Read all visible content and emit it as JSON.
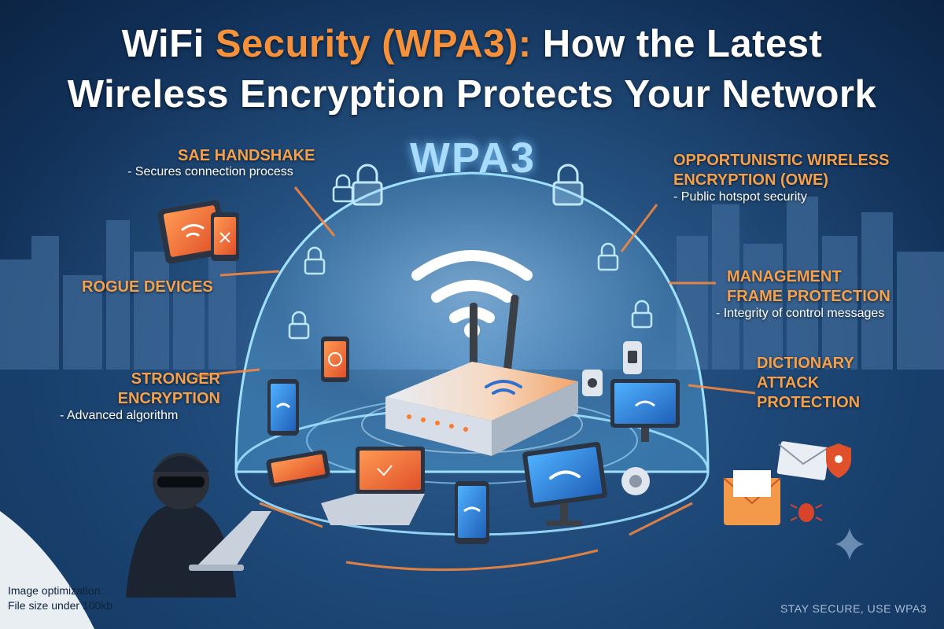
{
  "title": {
    "line1_prefix": "WiFi ",
    "line1_accent": "Security (WPA3):",
    "line1_suffix": " How the Latest",
    "line2": "Wireless Encryption Protects Your Network"
  },
  "shield_label": "WPA3",
  "features": {
    "sae_handshake": {
      "title": "SAE HANDSHAKE",
      "desc": "- Secures connection process"
    },
    "rogue_devices": {
      "title": "ROGUE DEVICES"
    },
    "stronger_encryption": {
      "title_line1": "STRONGER",
      "title_line2": "ENCRYPTION",
      "desc": "- Advanced algorithm"
    },
    "owe": {
      "title_line1": "OPPORTUNISTIC WIRELESS",
      "title_line2": "ENCRYPTION (OWE)",
      "desc": "- Public hotspot security"
    },
    "mfp": {
      "title_line1": "MANAGEMENT",
      "title_line2": "FRAME PROTECTION",
      "desc": "- Integrity of control messages"
    },
    "dictionary": {
      "title_line1": "DICTIONARY",
      "title_line2": "ATTACK",
      "title_line3": "PROTECTION"
    }
  },
  "footnote": {
    "line1": "Image optimization:",
    "line2": "File size under 100kb"
  },
  "tagline": "STAY SECURE, USE WPA3",
  "colors": {
    "accent": "#f5913a",
    "title": "#ffffff",
    "dome": "#7fd0ff",
    "background": "#1c4573"
  },
  "icons": [
    "lock-icon",
    "wifi-icon",
    "router-icon",
    "laptop-icon",
    "phone-icon",
    "tablet-icon",
    "monitor-icon",
    "envelope-icon",
    "bug-icon",
    "hacker-icon",
    "sparkle-icon"
  ]
}
